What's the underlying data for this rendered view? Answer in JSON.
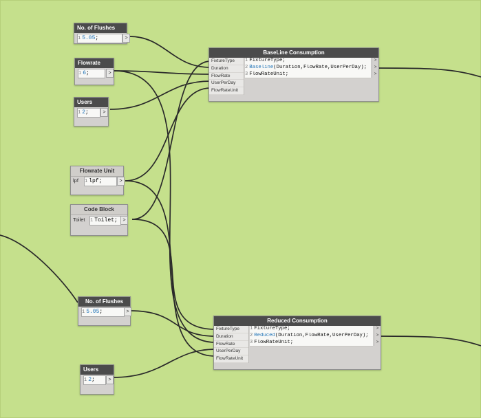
{
  "nodes": {
    "flushes_top": {
      "title": "No. of Flushes",
      "line_no": "1",
      "value": "5.05",
      "suffix": ";",
      "out": ">"
    },
    "flowrate": {
      "title": "Flowrate",
      "line_no": "1",
      "value": "6",
      "suffix": ";",
      "out": ">"
    },
    "users_top": {
      "title": "Users",
      "line_no": "1",
      "value": "2",
      "suffix": ";",
      "out": ">"
    },
    "flowrate_unit": {
      "title": "Flowrate Unit",
      "left_label": "lpf",
      "line_no": "1",
      "value": "lpf;",
      "out": ">"
    },
    "code_block": {
      "title": "Code Block",
      "left_label": "Toilet",
      "line_no": "1",
      "value": "Toilet;",
      "out": ">"
    },
    "flushes_bottom": {
      "title": "No. of Flushes",
      "line_no": "1",
      "value": "5.05",
      "suffix": ";",
      "out": ">"
    },
    "users_bottom": {
      "title": "Users",
      "line_no": "1",
      "value": "2",
      "suffix": ";",
      "out": ">"
    },
    "baseline": {
      "title": "BaseLine Consumption",
      "inputs": [
        "FixtureType",
        "Duration",
        "FlowRate",
        "UserPerDay",
        "FlowRateUnit"
      ],
      "lines": [
        {
          "no": "1",
          "pre": "FixtureType;",
          "fn": "",
          "rest": ""
        },
        {
          "no": "2",
          "pre": "",
          "fn": "Baseline",
          "rest": "(Duration,FlowRate,UserPerDay);"
        },
        {
          "no": "3",
          "pre": "FlowRateUnit;",
          "fn": "",
          "rest": ""
        }
      ],
      "outs": [
        ">",
        ">",
        ">"
      ]
    },
    "reduced": {
      "title": "Reduced Consumption",
      "inputs": [
        "FixtureType",
        "Duration",
        "FlowRate",
        "UserPerDay",
        "FlowRateUnit"
      ],
      "lines": [
        {
          "no": "1",
          "pre": "FixtureType;",
          "fn": "",
          "rest": ""
        },
        {
          "no": "2",
          "pre": "",
          "fn": "Reduced",
          "rest": "(Duration,FlowRate,UserPerDay);"
        },
        {
          "no": "3",
          "pre": "FlowRateUnit;",
          "fn": "",
          "rest": ""
        }
      ],
      "outs": [
        ">",
        ">",
        ">"
      ]
    }
  },
  "colors": {
    "canvas": "#c5e08c",
    "node_header": "#4b4b4b",
    "node_body": "#d3d1cf",
    "wire": "#2a2a2a",
    "number": "#2476b8"
  }
}
